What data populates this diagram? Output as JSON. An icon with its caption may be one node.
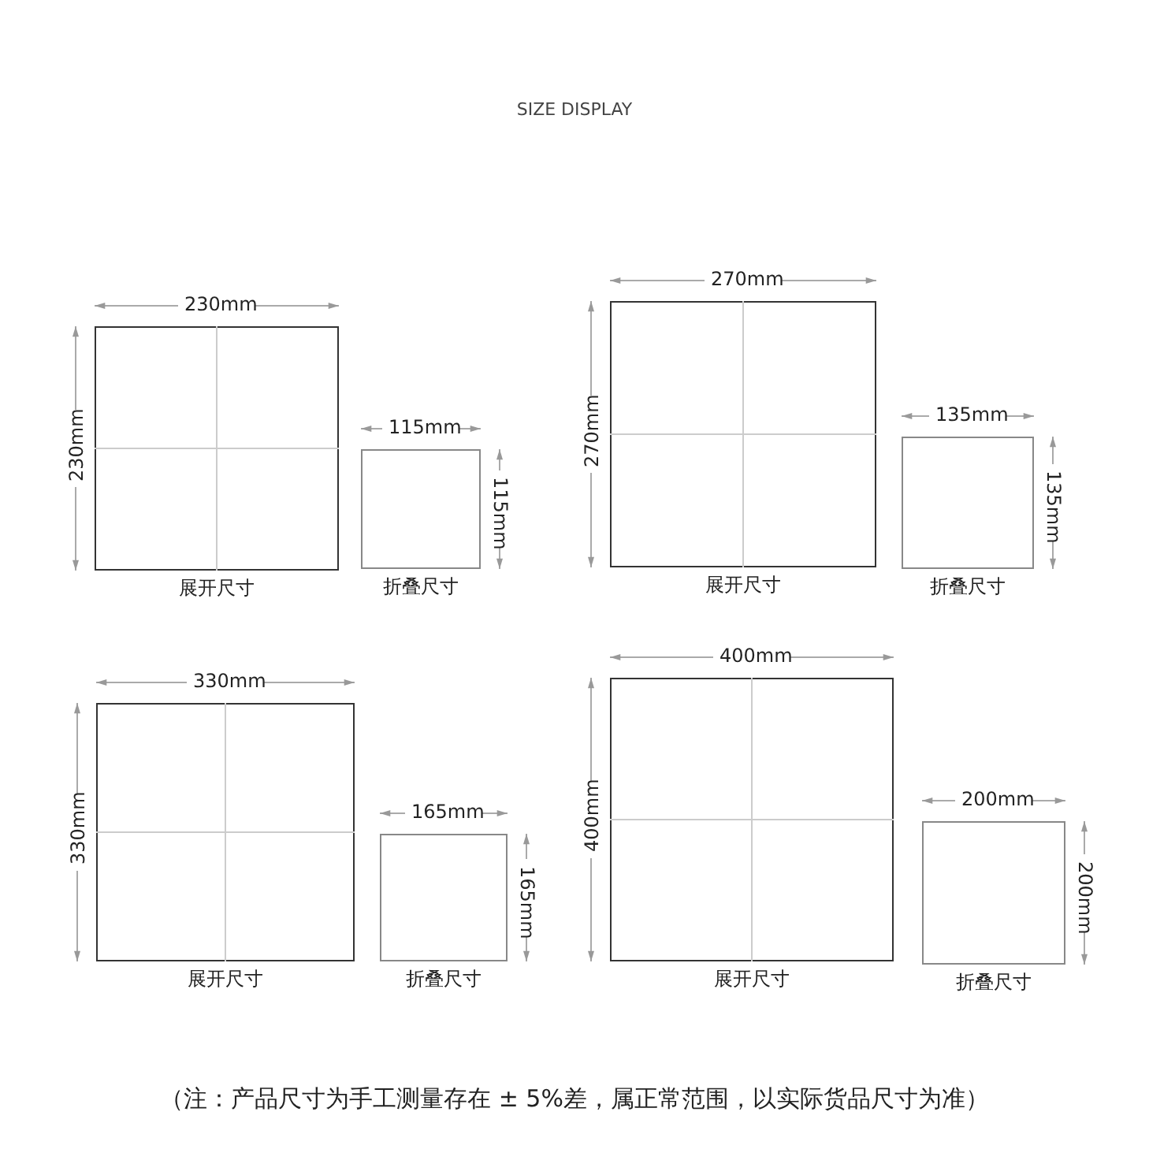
{
  "diagram": {
    "title": "SIZE DISPLAY",
    "nodes": [
      {
        "text": [],
        "shape": "box",
        "beside": [
          "230mm",
          "230mm",
          "展开尺寸"
        ]
      },
      {
        "text": [],
        "shape": "box",
        "beside": [
          "115mm",
          "115mm",
          "折叠尺寸"
        ]
      },
      {
        "text": [],
        "shape": "box",
        "beside": [
          "270mm",
          "270mm",
          "展开尺寸"
        ]
      },
      {
        "text": [],
        "shape": "box",
        "beside": [
          "135mm",
          "135mm",
          "折叠尺寸"
        ]
      },
      {
        "text": [],
        "shape": "box",
        "beside": [
          "330mm",
          "330mm",
          "展开尺寸"
        ]
      },
      {
        "text": [],
        "shape": "box",
        "beside": [
          "165mm",
          "165mm",
          "折叠尺寸"
        ]
      },
      {
        "text": [],
        "shape": "box",
        "beside": [
          "400mm",
          "400mm",
          "展开尺寸"
        ]
      },
      {
        "text": [],
        "shape": "box",
        "beside": [
          "200mm",
          "200mm",
          "折叠尺寸"
        ]
      }
    ],
    "caption": "（注：产品尺寸为手工测量存在 ± 5%差，属正常范围，以实际货品尺寸为准）"
  }
}
